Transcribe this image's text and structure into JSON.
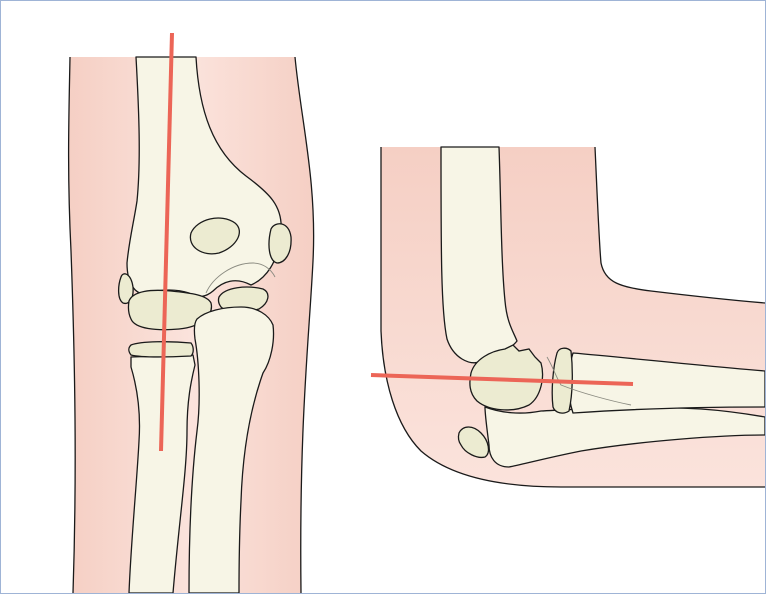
{
  "figure": {
    "views": [
      {
        "name": "anteroposterior-view",
        "reference_line": "radiocapitellar-line"
      },
      {
        "name": "lateral-view",
        "reference_line": "radiocapitellar-line"
      }
    ],
    "colors": {
      "skin": "#fbe3dc",
      "skin_shade": "#f5cfc4",
      "bone": "#f7f5e6",
      "ossification_center": "#ecebd1",
      "outline": "#1a1a1a",
      "reference_line": "#ec6557",
      "frame_border": "#9fb4d6",
      "background": "#ffffff"
    }
  }
}
